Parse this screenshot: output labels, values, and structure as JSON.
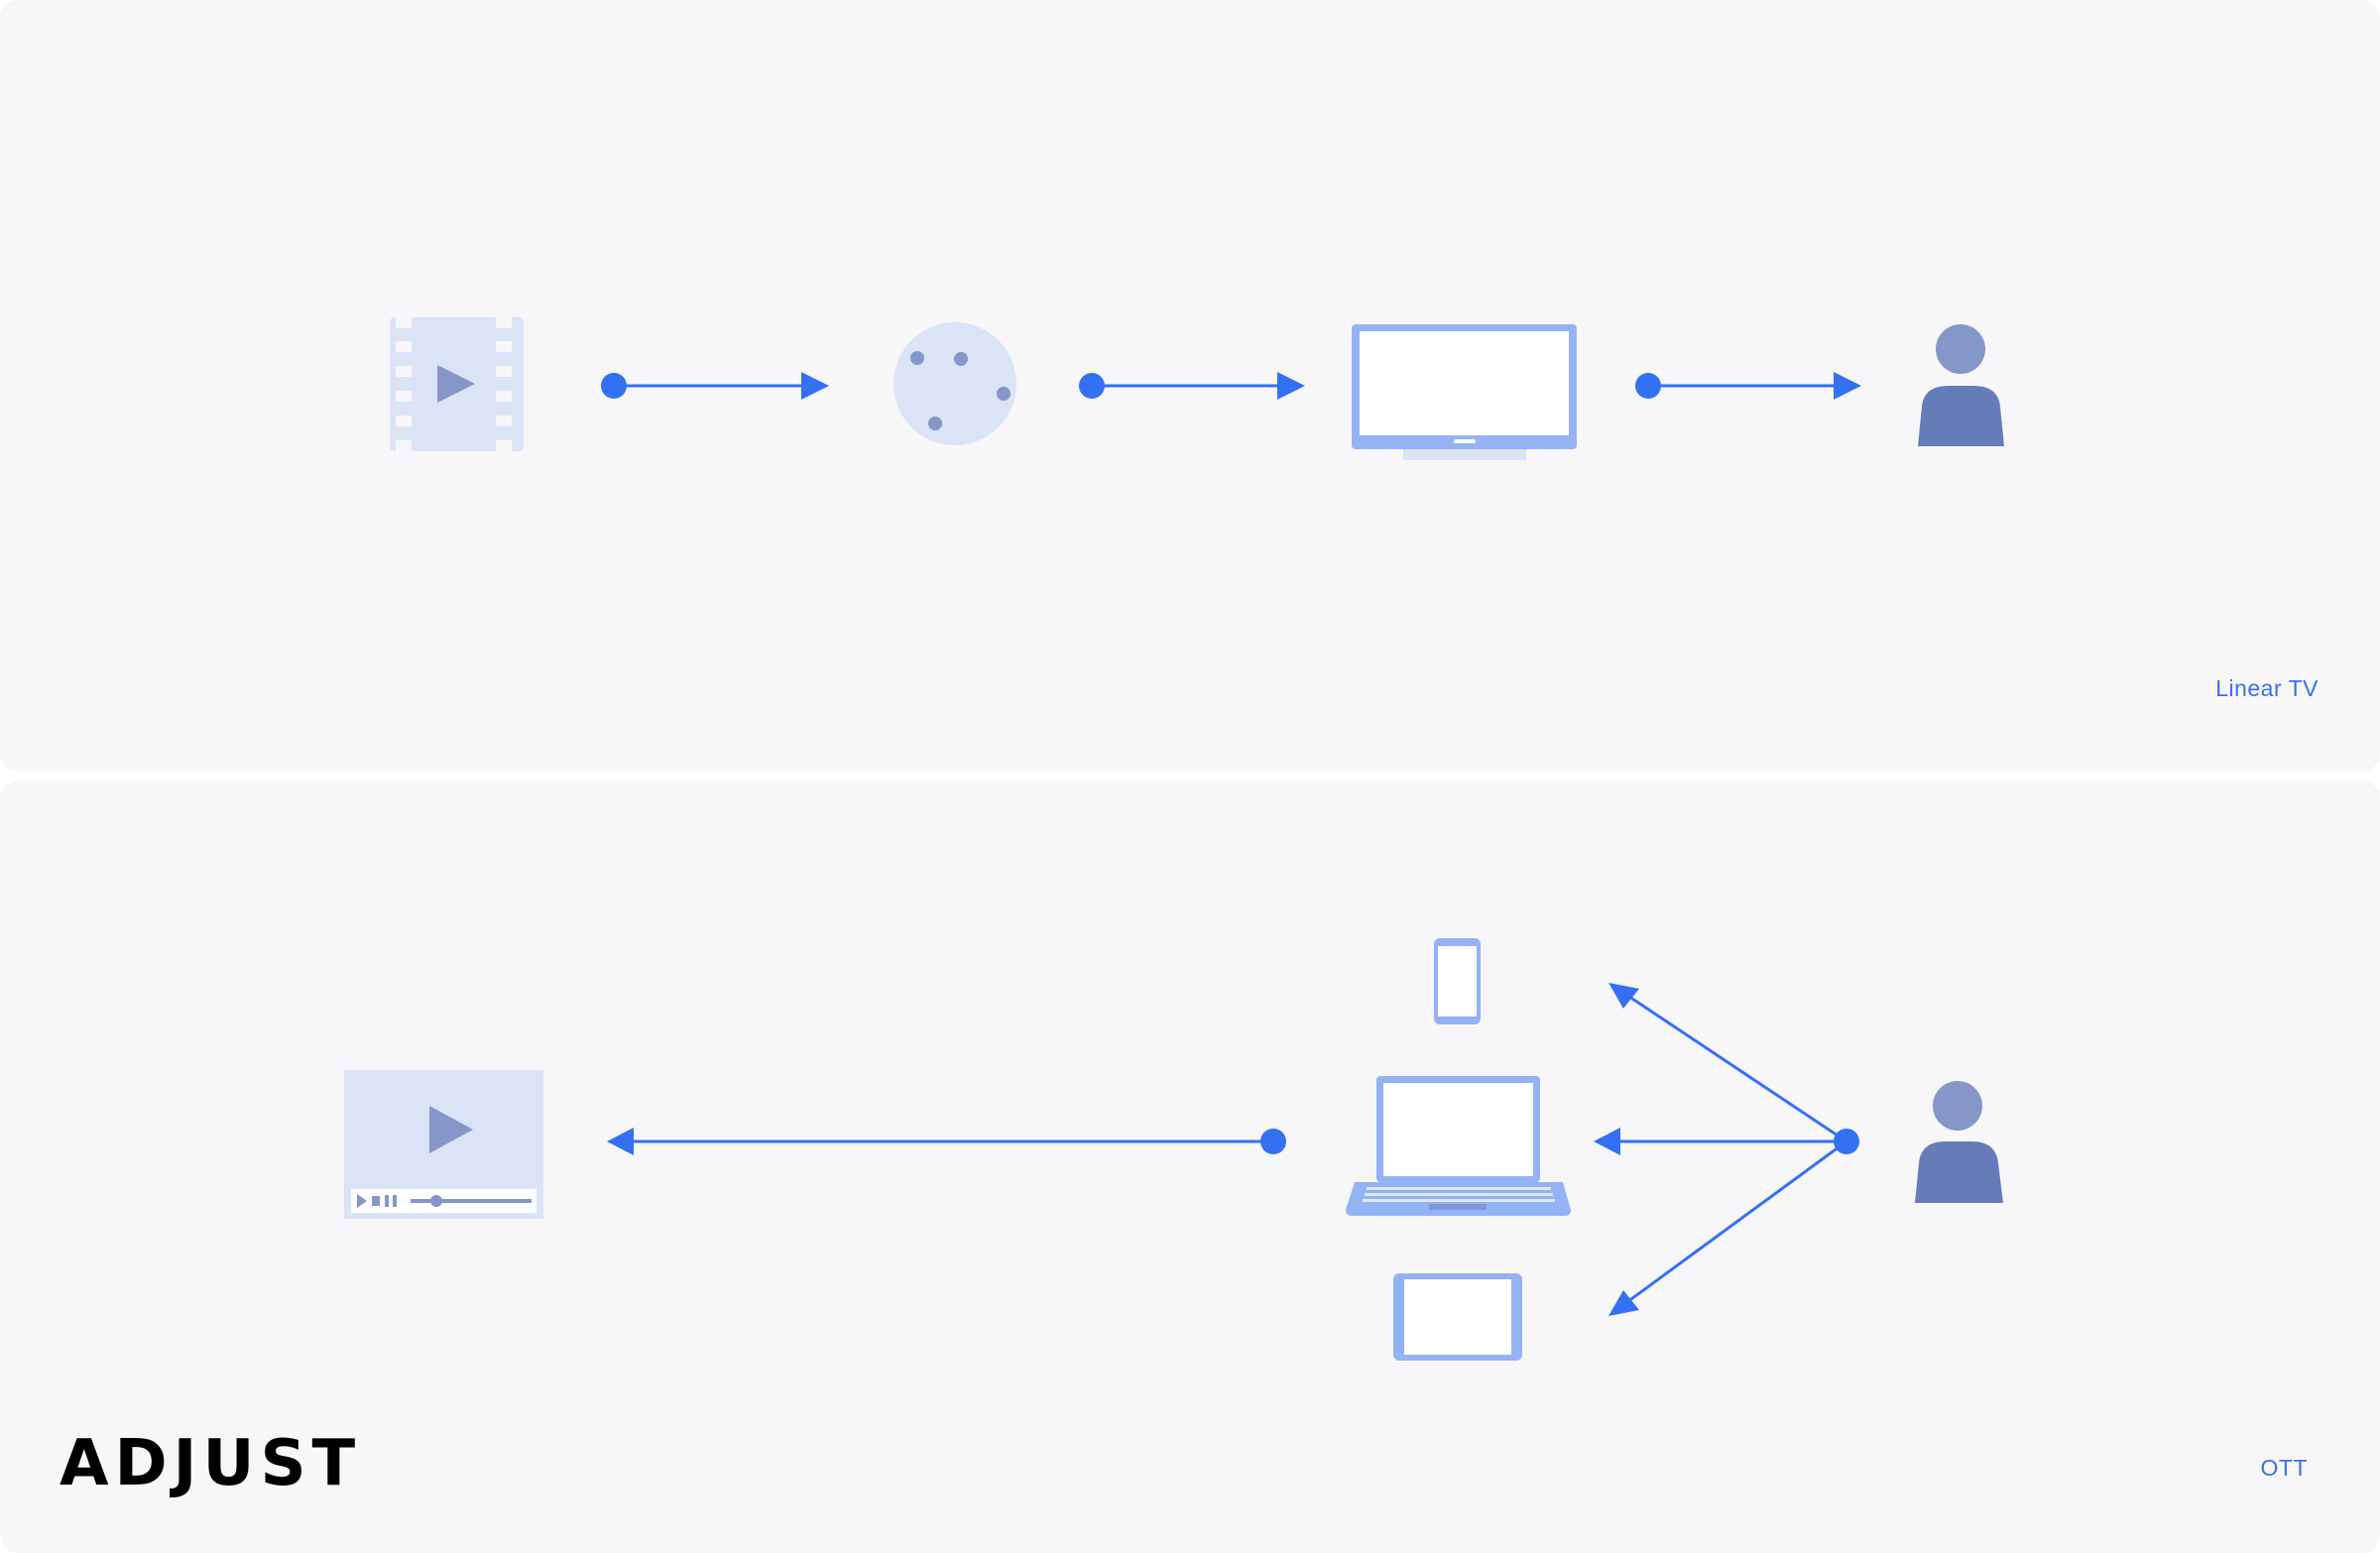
{
  "panels": [
    {
      "label": "Linear TV",
      "flow": [
        "film-icon",
        "globe-icon",
        "tv-icon",
        "person-icon"
      ]
    },
    {
      "label": "OTT",
      "flow": [
        "video-player-icon",
        "laptop-icon",
        "phone-icon",
        "tablet-icon",
        "person-icon"
      ]
    }
  ],
  "logo": "ADJUST",
  "colors": {
    "background": "#f7f7f9",
    "arrow": "#3371f2",
    "icon_light": "#dbe3f7",
    "icon_mid": "#8497c8",
    "person": "#667cb9",
    "device": "#94b3f5"
  }
}
